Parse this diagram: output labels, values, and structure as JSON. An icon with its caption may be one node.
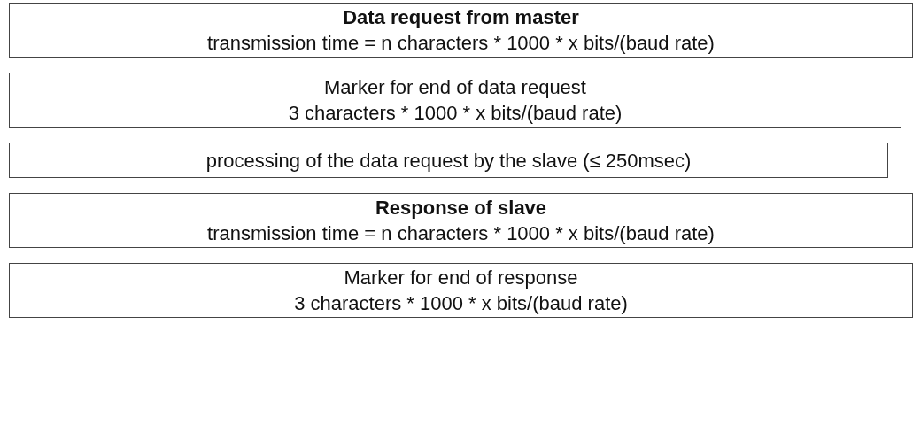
{
  "diagram": {
    "nodes": [
      {
        "text": [
          "Data request from master",
          "transmission time = n characters * 1000 * x bits/(baud rate)"
        ]
      },
      {
        "text": [
          "Marker for end of data request",
          "3 characters * 1000 * x bits/(baud rate)"
        ]
      },
      {
        "text": [
          "processing of the data request by the slave (≤ 250msec)"
        ]
      },
      {
        "text": [
          "Response of slave",
          "transmission time = n characters * 1000 * x bits/(baud rate)"
        ]
      },
      {
        "text": [
          "Marker for end of response",
          "3 characters * 1000 * x bits/(baud rate)"
        ]
      }
    ]
  }
}
